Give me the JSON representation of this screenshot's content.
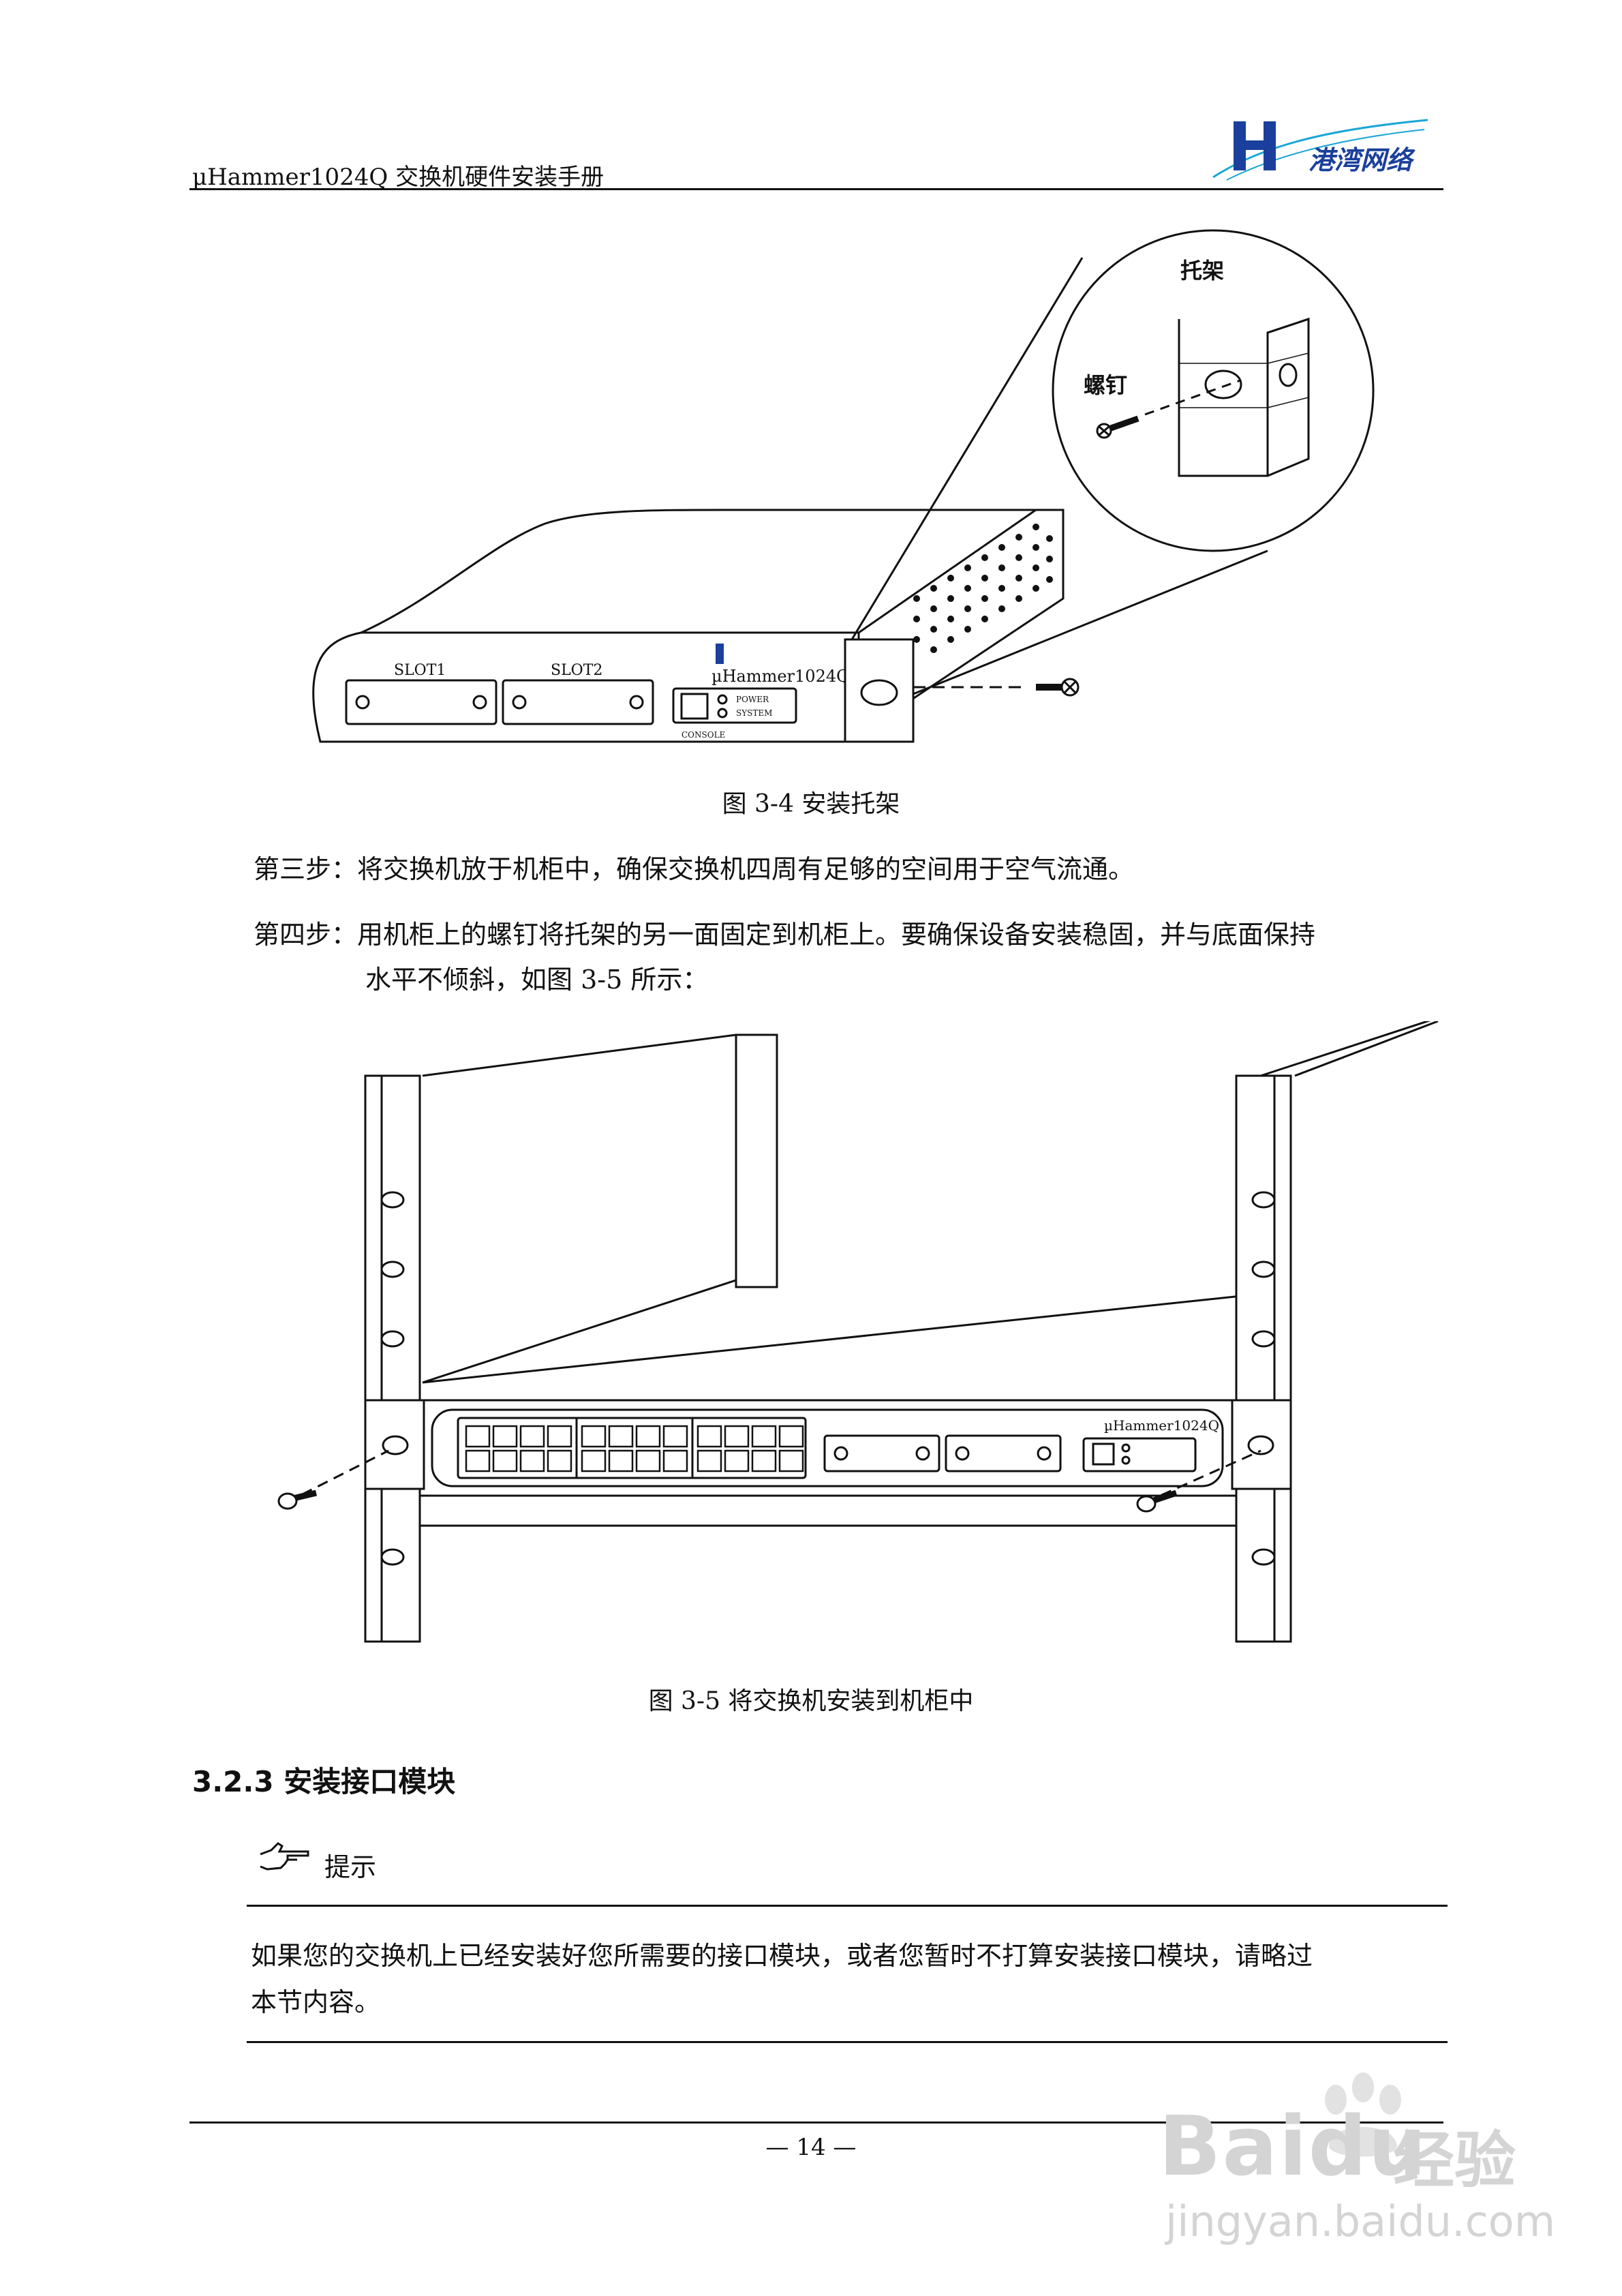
{
  "header": {
    "title": "µHammer1024Q 交换机硬件安装手册",
    "logo_text": "港湾网络"
  },
  "figure1": {
    "label_bracket": "托架",
    "label_screw": "螺钉",
    "slot1": "SLOT1",
    "slot2": "SLOT2",
    "model": "µHammer1024Q",
    "console": "CONSOLE",
    "power": "POWER",
    "system": "SYSTEM",
    "caption": "图 3-4  安装托架"
  },
  "steps": {
    "step3": "第三步：将交换机放于机柜中，确保交换机四周有足够的空间用于空气流通。",
    "step4_line1": "第四步：用机柜上的螺钉将托架的另一面固定到机柜上。要确保设备安装稳固，并与底面保持",
    "step4_line2": "水平不倾斜，如图 3-5 所示："
  },
  "figure2": {
    "model": "µHammer1024Q",
    "caption": "图 3-5    将交换机安装到机柜中"
  },
  "section": {
    "title": "3.2.3 安装接口模块",
    "tip_label": "提示",
    "tip_line1": "如果您的交换机上已经安装好您所需要的接口模块，或者您暂时不打算安装接口模块，请略过",
    "tip_line2": "本节内容。"
  },
  "footer": {
    "page": "— 14 —"
  },
  "watermark": {
    "brand": "Baidu",
    "brand_cn": "经验",
    "url": "jingyan.baidu.com"
  },
  "colors": {
    "logo_blue": "#1a3f9c",
    "logo_cyan": "#1aa6d6"
  }
}
